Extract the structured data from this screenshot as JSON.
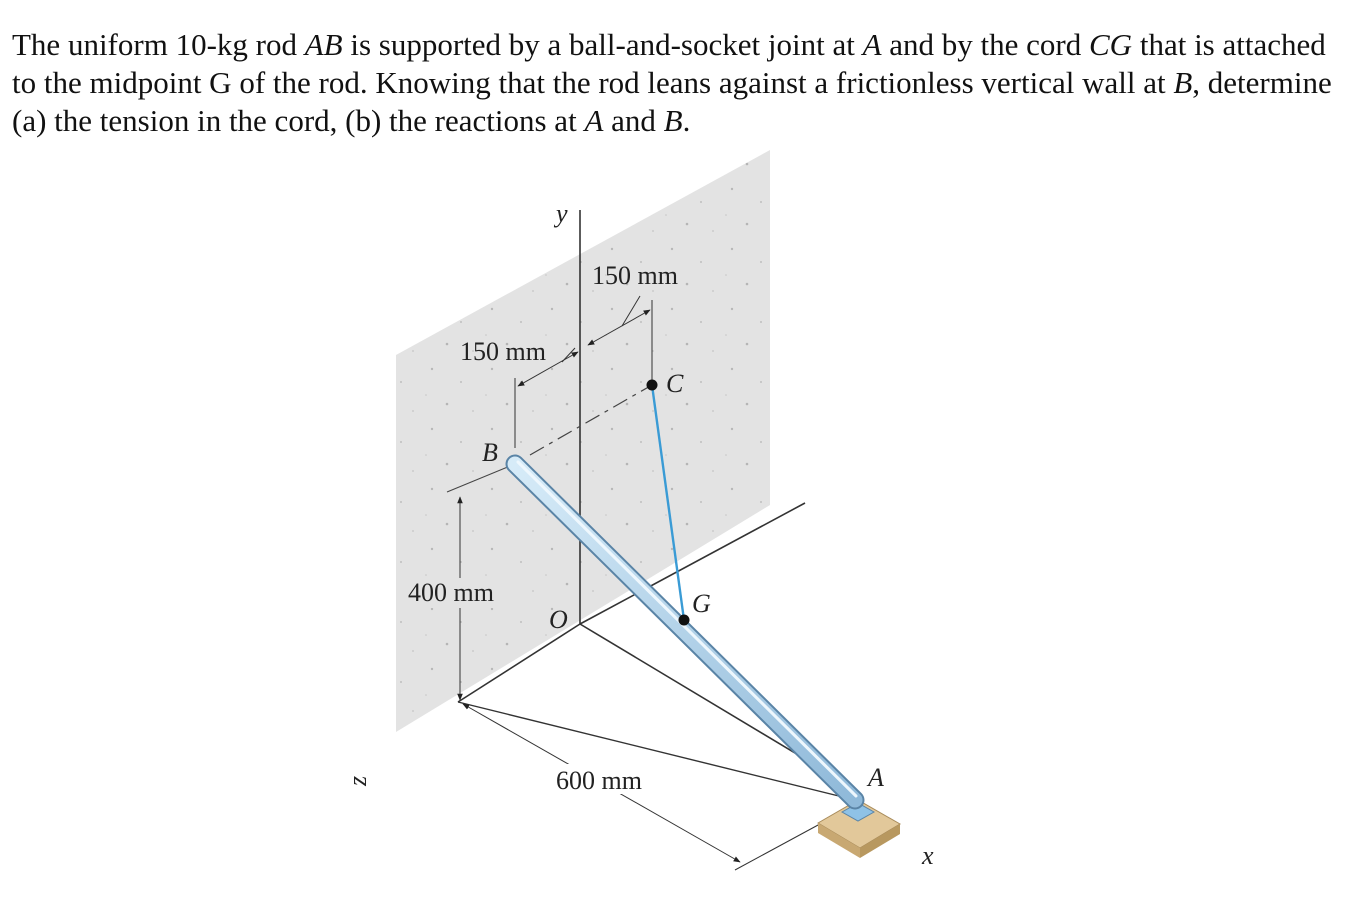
{
  "problem": {
    "s1": "The uniform 10-kg rod ",
    "s2": "AB",
    "s3": " is supported by a ball-and-socket joint at ",
    "s4": "A",
    "s5": " and by the cord ",
    "s6": "CG",
    "s7": " that is attached to the midpoint G of the rod. Knowing that the rod leans against a frictionless vertical wall at ",
    "s8": "B",
    "s9": ", determine (a) the tension in the cord, (b) the reactions at ",
    "s10": "A",
    "s11": " and ",
    "s12": "B",
    "s13": "."
  },
  "figure": {
    "labels": {
      "y": "y",
      "z": "z",
      "x": "x",
      "O": "O",
      "A": "A",
      "B": "B",
      "C": "C",
      "G": "G"
    },
    "dimensions": {
      "dim_150_top": "150 mm",
      "dim_150_left": "150 mm",
      "dim_400": "400 mm",
      "dim_600": "600 mm"
    },
    "colors": {
      "wall": "#e3e3e3",
      "rod": "#a9cde6",
      "rod_edge": "#5a84a6",
      "cord": "#3a9bd5",
      "base": "#d8b98a"
    }
  }
}
